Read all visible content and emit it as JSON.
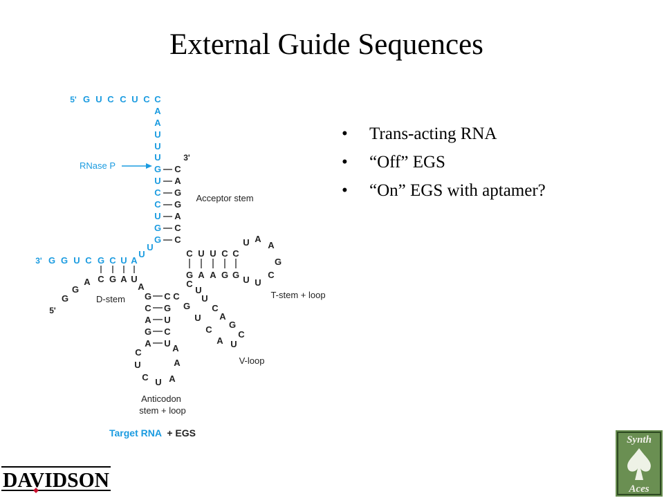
{
  "slide": {
    "title": "External Guide Sequences",
    "bullets": [
      "Trans-acting RNA",
      "“Off” EGS",
      "“On” EGS with aptamer?"
    ],
    "bullet_symbol": "•"
  },
  "diagram": {
    "colors": {
      "guide": "#1a9be0",
      "trna": "#222222"
    },
    "guide_strand": {
      "five_prime": "5'",
      "top_row": [
        "G",
        "U",
        "C",
        "C",
        "U",
        "C",
        "C"
      ],
      "down_column": [
        "A",
        "A",
        "U",
        "U",
        "U"
      ],
      "pairing_column": [
        "G",
        "U",
        "C",
        "C",
        "U",
        "G",
        "G"
      ],
      "connector": [
        "U",
        "U"
      ],
      "three_prime": "3'",
      "bottom_row": [
        "G",
        "G",
        "U",
        "C",
        "G",
        "C",
        "U",
        "A"
      ]
    },
    "trna": {
      "three_prime": "3'",
      "acceptor_column": [
        "C",
        "A",
        "G",
        "G",
        "A",
        "C",
        "C"
      ],
      "d_pair_row": [
        "C",
        "G",
        "A",
        "U"
      ],
      "d_loop": [
        "A",
        "G",
        "G"
      ],
      "five_prime": "5'",
      "d_junction": "A",
      "t_top": [
        "C",
        "U",
        "U",
        "C",
        "C"
      ],
      "t_bottom": [
        "G",
        "A",
        "A",
        "G",
        "G"
      ],
      "t_loop": [
        "U",
        "A",
        "A",
        "G",
        "C",
        "U",
        "U"
      ],
      "t_extra": [
        "C",
        "U"
      ],
      "anticodon_left": [
        "G",
        "C",
        "A",
        "G",
        "A"
      ],
      "anticodon_right": [
        "C",
        "G",
        "U",
        "C",
        "U"
      ],
      "anticodon_loop": [
        "C",
        "U",
        "C",
        "U",
        "A",
        "A",
        "A"
      ],
      "v_loop": [
        "C",
        "G",
        "U",
        "U",
        "C",
        "C",
        "A",
        "A",
        "G",
        "C",
        "U"
      ]
    },
    "labels": {
      "rnase_p": "RNase P",
      "acceptor_stem": "Acceptor stem",
      "t_stem_loop": "T-stem + loop",
      "d_stem": "D-stem",
      "v_loop": "V-loop",
      "anticodon_line1": "Anticodon",
      "anticodon_line2": "stem + loop",
      "target_rna": "Target RNA",
      "plus_egs": "+ EGS"
    }
  },
  "logos": {
    "davidson": "DAVIDSON",
    "synth_aces_line1": "Synth",
    "synth_aces_line2": "Aces"
  }
}
